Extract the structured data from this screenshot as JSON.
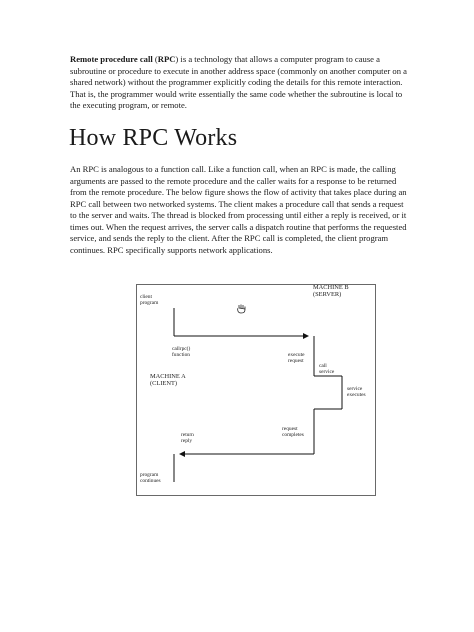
{
  "intro": {
    "term": "Remote procedure call",
    "abbr": "RPC",
    "text_before_abbr": " (",
    "text_after_abbr": ") is a technology that allows a computer program to cause a subroutine or procedure to execute in another address space (commonly on another computer on a shared network) without the programmer explicitly coding the details for this remote interaction. That is, the programmer would write essentially the same code whether the subroutine is local to the executing program, or remote."
  },
  "heading": "How RPC Works",
  "body": "An RPC is analogous to a function call. Like a function call, when an RPC is made, the calling arguments are passed to the remote procedure and the caller waits for a response to be returned from the remote procedure. The below figure shows the flow of activity that takes place during an RPC call between two networked systems. The client makes a procedure call that sends a request to the server and waits. The thread is blocked from processing until either a reply is received, or it times out. When the request arrives, the server calls a dispatch routine that performs the requested service, and sends the reply to the client. After the RPC call is completed, the client program continues. RPC specifically supports network applications.",
  "diagram": {
    "machine_b_line1": "MACHINE B",
    "machine_b_line2": "(SERVER)",
    "client_program_1": "client",
    "client_program_2": "program",
    "callrpc_1": "callrpc()",
    "callrpc_2": "function",
    "machine_a_line1": "MACHINE A",
    "machine_a_line2": "(CLIENT)",
    "execute_request_1": "execute",
    "execute_request_2": "request",
    "call_service_1": "call",
    "call_service_2": "service",
    "service_executes_1": "service",
    "service_executes_2": "executes",
    "request_completes_1": "request",
    "request_completes_2": "completes",
    "return_reply_1": "return",
    "return_reply_2": "reply",
    "program_continues_1": "program",
    "program_continues_2": "continues"
  }
}
